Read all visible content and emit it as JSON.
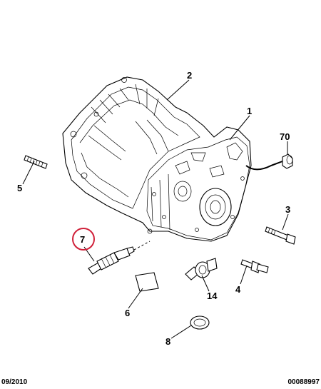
{
  "callouts": {
    "gearbox": "1",
    "housing": "2",
    "bolt_long": "3",
    "stud_short": "4",
    "stud_long": "5",
    "gasket": "6",
    "sensor": "7",
    "plug": "8",
    "speed_sensor": "14",
    "cable_sleeve": "70"
  },
  "footer": {
    "date": "09/2010",
    "reference": "00088997"
  },
  "highlight_color": "#d0213a"
}
